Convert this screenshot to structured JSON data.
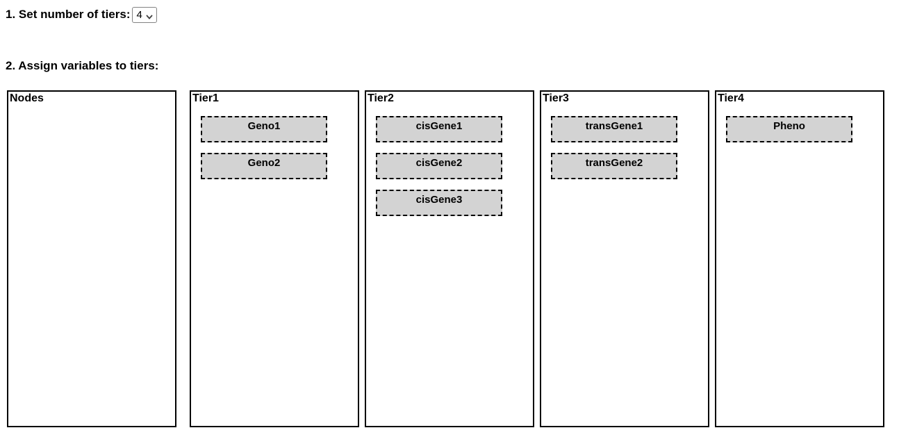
{
  "page": {
    "step1_label": "1. Set number of tiers:",
    "step2_label": "2. Assign variables to tiers:"
  },
  "tier_count_select": {
    "selected_value": "4",
    "icon": "chevron-down-icon"
  },
  "nodes_panel": {
    "label": "Nodes",
    "items": []
  },
  "tiers": [
    {
      "label": "Tier1",
      "items": [
        "Geno1",
        "Geno2"
      ]
    },
    {
      "label": "Tier2",
      "items": [
        "cisGene1",
        "cisGene2",
        "cisGene3"
      ]
    },
    {
      "label": "Tier3",
      "items": [
        "transGene1",
        "transGene2"
      ]
    },
    {
      "label": "Tier4",
      "items": [
        "Pheno"
      ]
    }
  ],
  "colors": {
    "item_background": "#d3d3d3",
    "item_border": "#000000",
    "panel_border": "#000000",
    "text": "#000000",
    "page_background": "#ffffff"
  }
}
